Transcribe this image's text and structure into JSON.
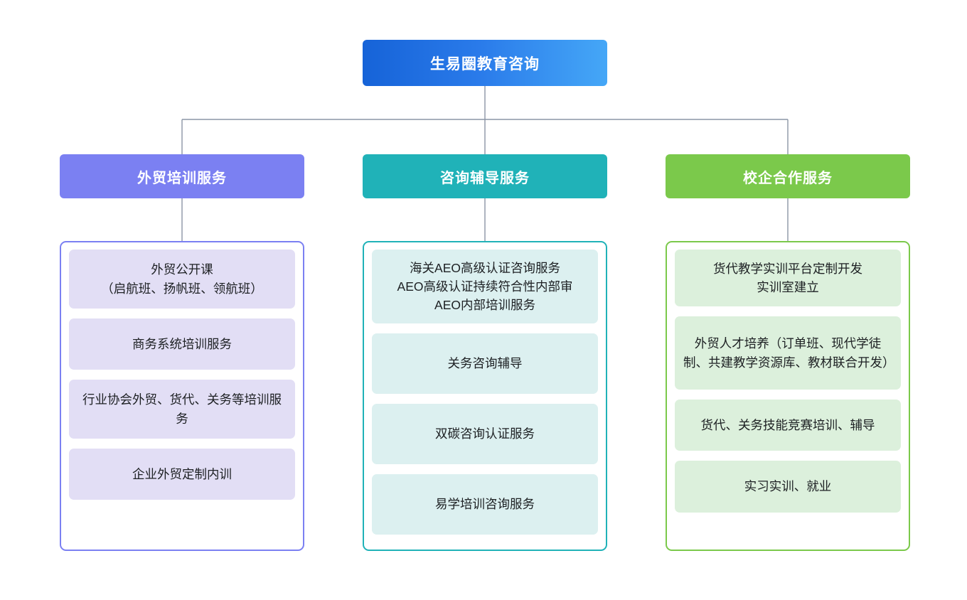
{
  "diagram": {
    "title": "生易圈教育咨询",
    "line_color": "#8b95a5",
    "root": {
      "label": "生易圈教育咨询",
      "gradient_from": "#1663d8",
      "gradient_to": "#45a7f7"
    },
    "columns": [
      {
        "header": "外贸培训服务",
        "header_color": "#7b80f2",
        "border_color": "#7b80f2",
        "item_bg": "#e2def5",
        "items": [
          "外贸公开课\n（启航班、扬帆班、领航班）",
          "商务系统培训服务",
          "行业协会外贸、货代、关务等培训服务",
          "企业外贸定制内训"
        ]
      },
      {
        "header": "咨询辅导服务",
        "header_color": "#20b2b8",
        "border_color": "#20b2b8",
        "item_bg": "#dcf0f0",
        "items": [
          "海关AEO高级认证咨询服务\nAEO高级认证持续符合性内部审\nAEO内部培训服务",
          "关务咨询辅导",
          "双碳咨询认证服务",
          "易学培训咨询服务"
        ]
      },
      {
        "header": "校企合作服务",
        "header_color": "#7bc94b",
        "border_color": "#7bc94b",
        "item_bg": "#dcf0dc",
        "items": [
          "货代教学实训平台定制开发\n实训室建立",
          "外贸人才培养（订单班、现代学徒制、共建教学资源库、教材联合开发）",
          "货代、关务技能竞赛培训、辅导",
          "实习实训、就业"
        ]
      }
    ]
  }
}
